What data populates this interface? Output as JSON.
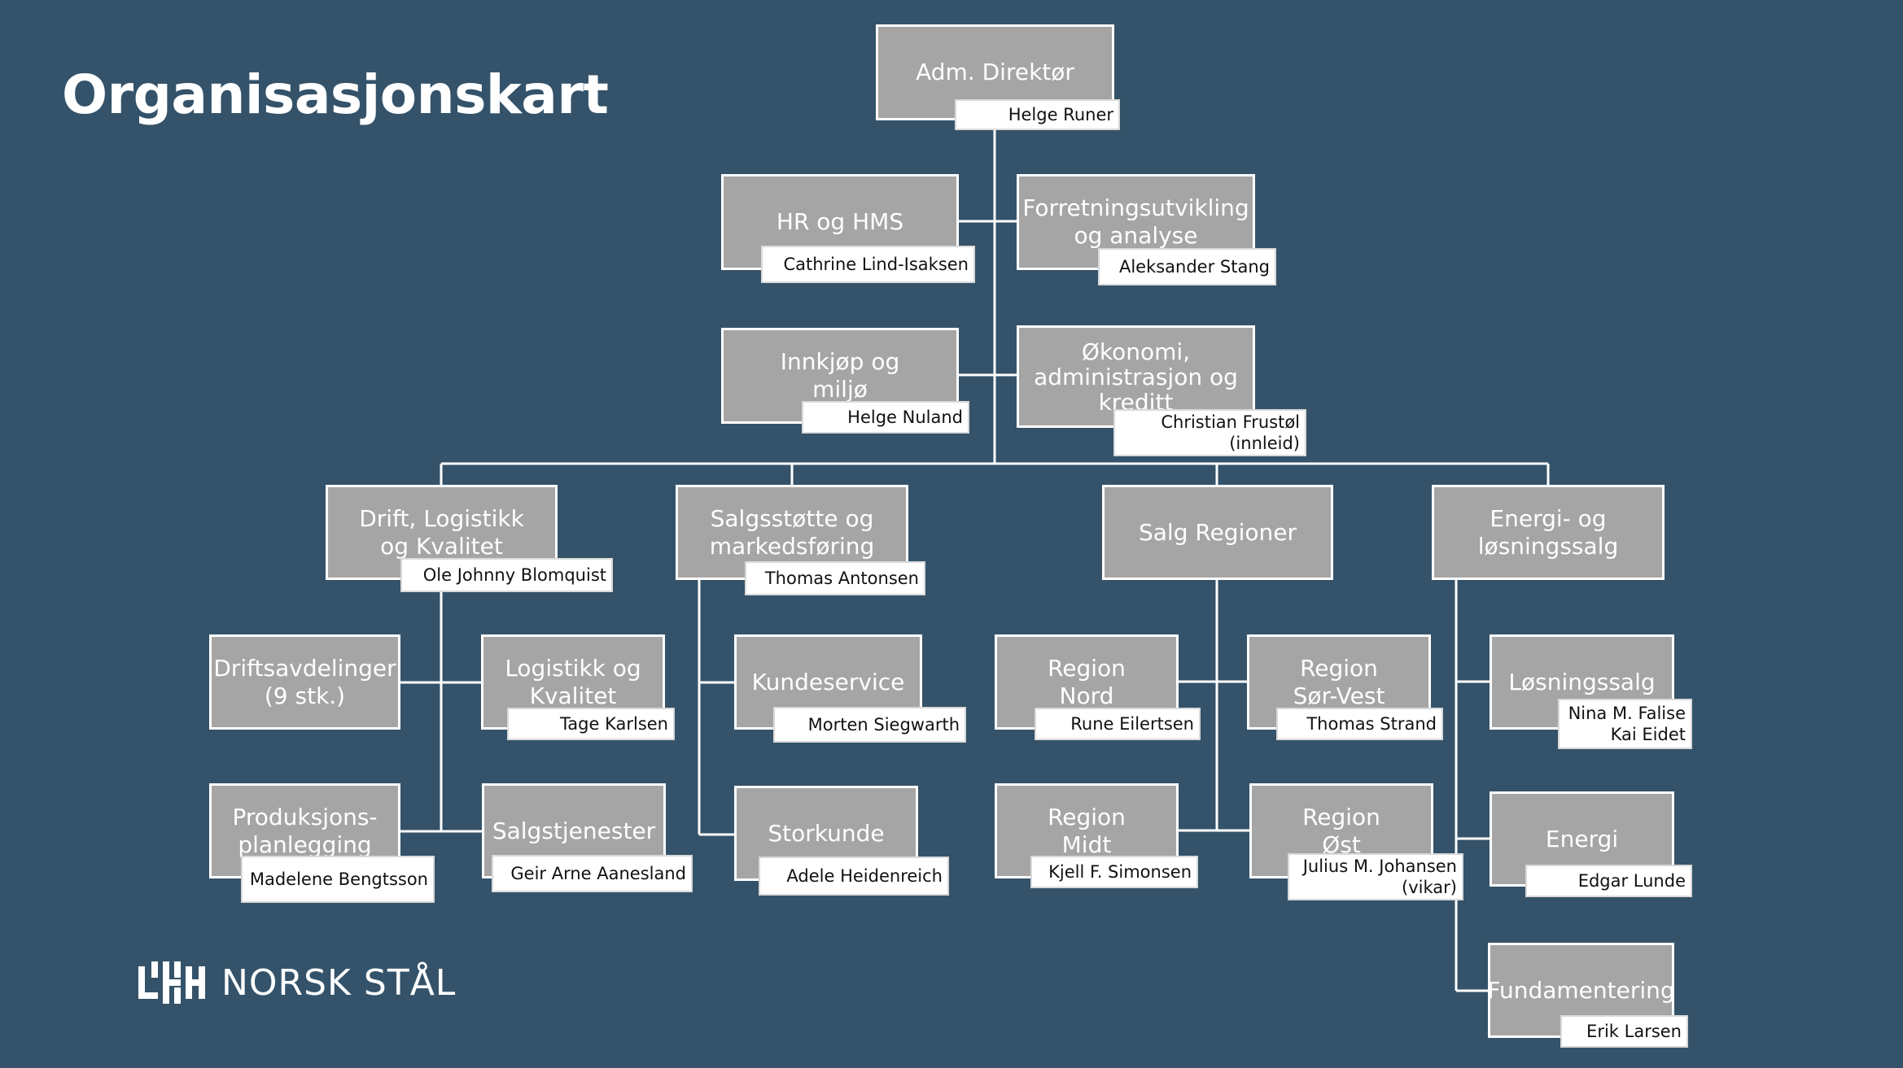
{
  "title": "Organisasjonskart",
  "logo_text": "NORSK STÅL",
  "org": {
    "ceo": {
      "name": "Adm. Direktør",
      "person": "Helge Runer"
    },
    "hr": {
      "name": "HR og HMS",
      "person": "Cathrine Lind-Isaksen"
    },
    "forretning": {
      "name": "Forretningsutvikling\nog analyse",
      "person": "Aleksander Stang"
    },
    "innkjop": {
      "name": "Innkjøp og\nmiljø",
      "person": "Helge Nuland"
    },
    "okonomi": {
      "name": "Økonomi,\nadministrasjon og\nkreditt",
      "person": "Christian Frustøl\n(innleid)"
    },
    "drift": {
      "name": "Drift, Logistikk\nog Kvalitet",
      "person": "Ole Johnny Blomquist"
    },
    "salgsstotte": {
      "name": "Salgsstøtte og\nmarkedsføring",
      "person": "Thomas Antonsen"
    },
    "salg_regioner": {
      "name": "Salg Regioner"
    },
    "energi_losning": {
      "name": "Energi- og\nløsningssalg"
    },
    "driftsavdelinger": {
      "name": "Driftsavdelinger\n(9 stk.)"
    },
    "logistikk": {
      "name": "Logistikk og\nKvalitet",
      "person": "Tage Karlsen"
    },
    "produksjon": {
      "name": "Produksjons-\nplanlegging",
      "person": "Madelene Bengtsson"
    },
    "salgstjenester": {
      "name": "Salgstjenester",
      "person": "Geir Arne Aanesland"
    },
    "kundeservice": {
      "name": "Kundeservice",
      "person": "Morten Siegwarth"
    },
    "storkunde": {
      "name": "Storkunde",
      "person": "Adele Heidenreich"
    },
    "region_nord": {
      "name": "Region\nNord",
      "person": "Rune Eilertsen"
    },
    "region_sorvest": {
      "name": "Region\nSør-Vest",
      "person": "Thomas Strand"
    },
    "region_midt": {
      "name": "Region\nMidt",
      "person": "Kjell F. Simonsen"
    },
    "region_ost": {
      "name": "Region\nØst",
      "person": "Julius M. Johansen\n(vikar)"
    },
    "losningssalg": {
      "name": "Løsningssalg",
      "person": "Nina M. Falise\nKai Eidet"
    },
    "energi": {
      "name": "Energi",
      "person": "Edgar Lunde"
    },
    "fundamentering": {
      "name": "Fundamentering",
      "person": "Erik Larsen"
    }
  }
}
